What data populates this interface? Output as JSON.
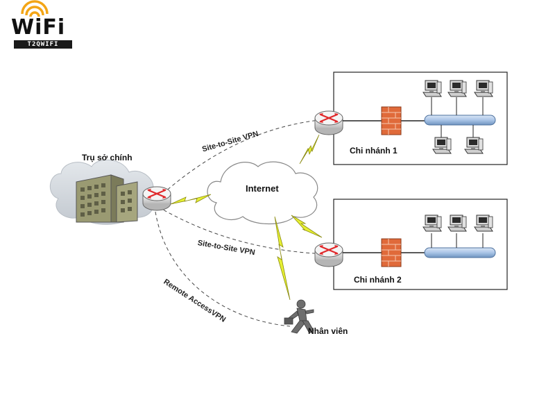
{
  "logo": {
    "wordmark": "WiFi",
    "subtitle": "T2QWIFI",
    "colors": {
      "wordmark": "#111111",
      "accent": "#f3a516",
      "band": "#1a1a1a"
    }
  },
  "diagram": {
    "nodes": {
      "headquarters": {
        "label": "Trụ sở chính",
        "icon": "office-building-icon"
      },
      "internet": {
        "label": "Internet",
        "icon": "cloud-icon"
      },
      "branch1": {
        "label": "Chi nhánh 1",
        "icon": "router-icon",
        "workstations": 5
      },
      "branch2": {
        "label": "Chi nhánh 2",
        "icon": "router-icon",
        "workstations": 3
      },
      "employee": {
        "label": "Nhân viên",
        "icon": "running-person-icon"
      }
    },
    "links": {
      "vpn_branch1": "Site-to-Site VPN",
      "vpn_branch2": "Site-to-Site VPN",
      "remote_access": "Remote AccessVPN"
    },
    "colors": {
      "lightning": "#e6f033",
      "lightning_outline": "#8a8a10",
      "firewall": "#e06a3a",
      "bus": "#a9c4e6",
      "cloud": "#d2d7dc",
      "building": "#9a9a72",
      "router": "#ececec",
      "router_arrows": "#e0292b"
    }
  }
}
